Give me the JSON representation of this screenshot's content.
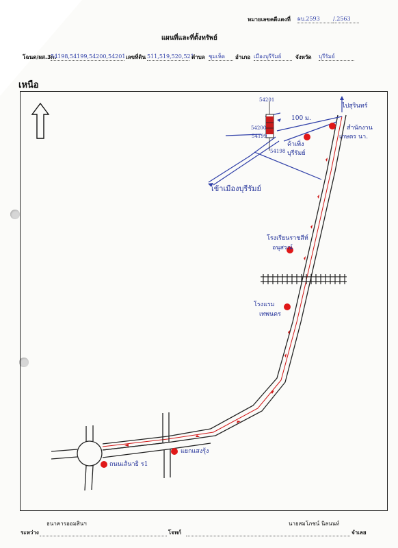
{
  "header": {
    "doc_no_label": "หมายเลขคดีแดงที่",
    "doc_no_value": "ผบ.2593",
    "doc_year": "/.2563",
    "title": "แผนที่และที่ตั้งทรัพย์",
    "deed_label": "โฉนด/ผส.3ก.",
    "deed_value": "54198,54199,54200,54201",
    "land_no_label": "เลขที่ดิน",
    "land_no_value": "511,519,520,521",
    "tambon_label": "ตำบล",
    "tambon_value": "ชุมเห็ด",
    "amphoe_label": "อำเภอ",
    "amphoe_value": "เมืองบุรีรัมย์",
    "province_label": "จังหวัด",
    "province_value": "บุรีรัมย์"
  },
  "north_label": "เหนือ",
  "map": {
    "distance": "100 ม.",
    "parcels": [
      "54201",
      "54200",
      "54199",
      "54198"
    ],
    "landmarks": [
      "ไปสุรินทร์",
      "สำนักงาน",
      "เกษตร นา.",
      "ค้าเพิ่ง",
      "บุรีรัมย์",
      "เข้าเมืองบุรีรัมย์",
      "โรงเรียนราชสีห์",
      "อนุสรณ์",
      "โรงแรม",
      "เทพนคร",
      "แยกแสงรุ้ง",
      "ถนนเส้นาธิ ร1"
    ]
  },
  "footer": {
    "between_label": "ระหว่าง",
    "plaintiff": "ธนาคารออมสินฯ",
    "plaintiff_role": "โจทก์",
    "defendant": "นายสมโภชน์ นิลนนท์",
    "defendant_role": "จำเลย"
  },
  "colors": {
    "ink": "#23329a",
    "marker": "#e01818",
    "route": "#d01515"
  }
}
